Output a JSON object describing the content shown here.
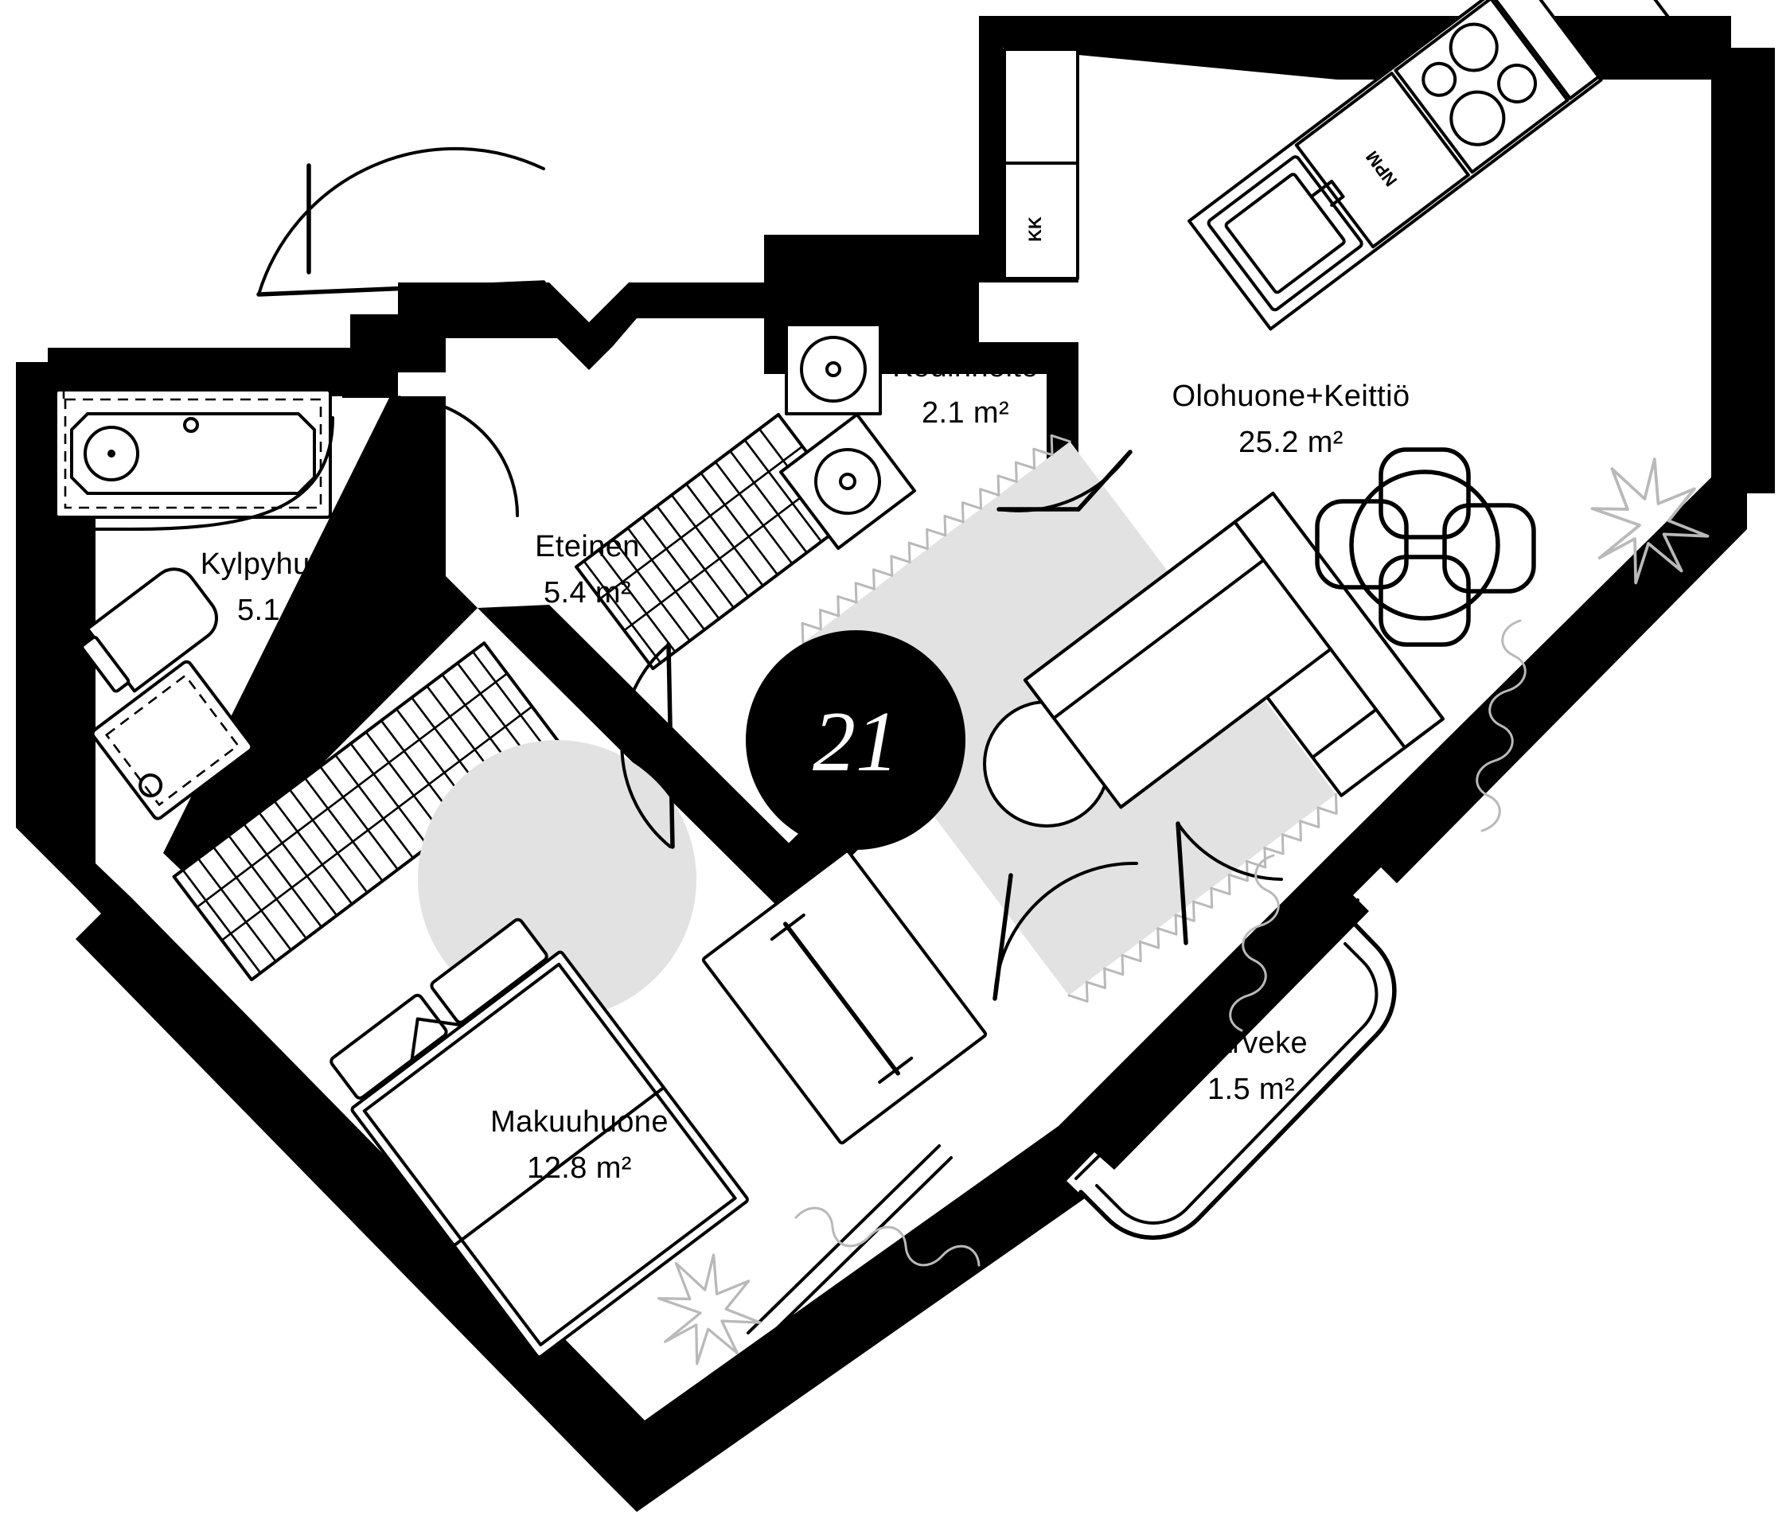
{
  "plan": {
    "apartment_number": "21",
    "units": "m²",
    "colors": {
      "wall": "#000000",
      "furniture_outline": "#000000",
      "rug_fill": "#e2e2e2",
      "decor_line": "#b9b9b9",
      "background": "#ffffff",
      "badge_fill": "#000000",
      "badge_text": "#ffffff"
    },
    "rooms": [
      {
        "key": "bathroom",
        "name": "Kylpyhuone",
        "area": "5.1 m²"
      },
      {
        "key": "hall",
        "name": "Eteinen",
        "area": "5.4 m²"
      },
      {
        "key": "utility",
        "name": "Kodinhoito",
        "area": "2.1 m²"
      },
      {
        "key": "living",
        "name": "Olohuone+Keittiö",
        "area": "25.2 m²"
      },
      {
        "key": "bedroom",
        "name": "Makuuhuone",
        "area": "12.8 m²"
      },
      {
        "key": "balcony",
        "name": "Parveke",
        "area": "1.5 m²"
      }
    ],
    "appliance_tags": [
      {
        "key": "fridge_freezer",
        "label": "KK"
      },
      {
        "key": "dishwasher",
        "label": "NPM"
      }
    ]
  }
}
